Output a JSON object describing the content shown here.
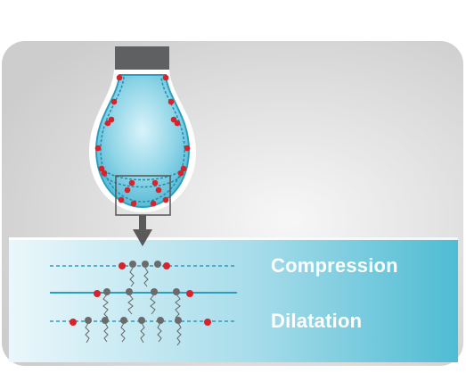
{
  "labels": {
    "compression": "Compression",
    "dilatation": "Dilatation"
  },
  "colors": {
    "card_background": "#d0d0d0",
    "drop_fill": "#7fd0e4",
    "drop_outline": "#2a9fc0",
    "molecule_red": "#d8232a",
    "molecule_gray": "#6b6b6b",
    "capillary": "#5f6062",
    "panel_light": "#e9f6fa",
    "panel_dark": "#5bc2d6",
    "text": "#ffffff"
  },
  "icons": [
    "capillary-tip",
    "pendant-drop",
    "zoom-box",
    "down-arrow"
  ]
}
